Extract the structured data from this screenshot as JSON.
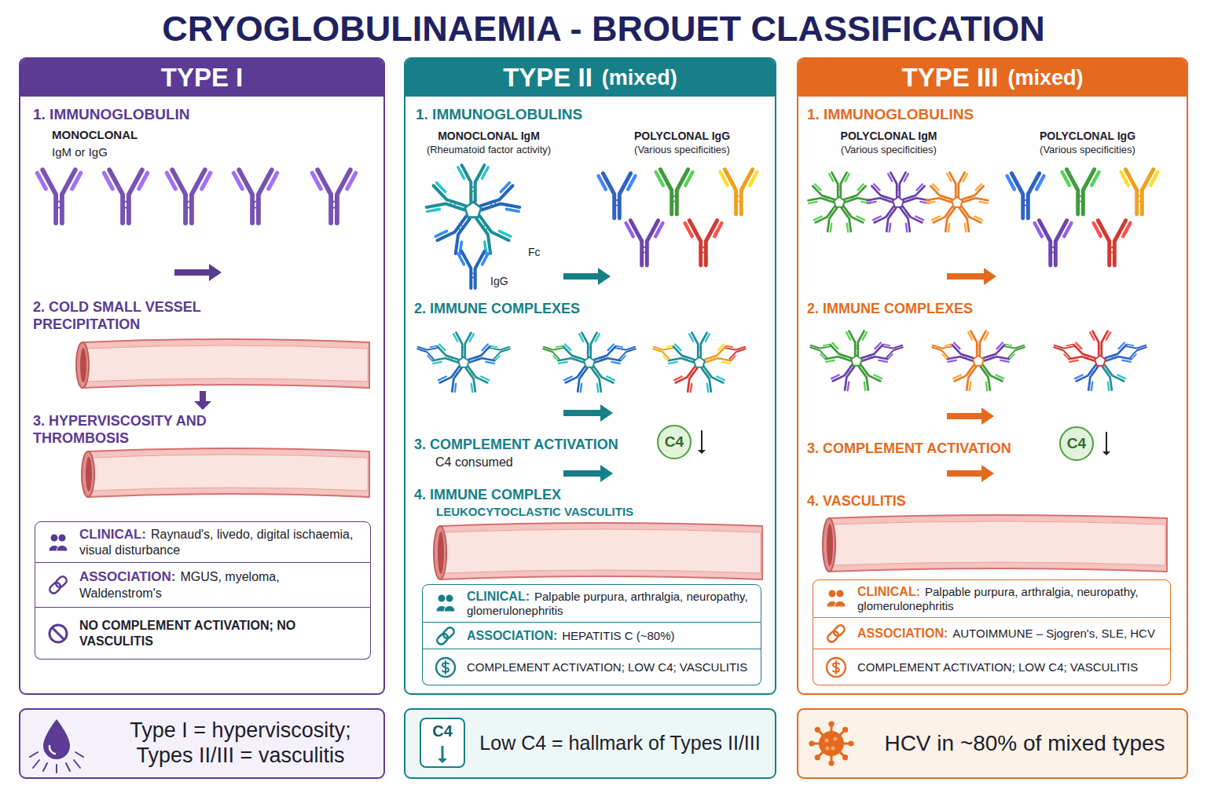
{
  "diagram": {
    "title": "CRYOGLOBULINAEMIA - BROUET CLASSIFICATION",
    "nodes": [
      {
        "text": [
          "TYPE I"
        ]
      },
      {
        "text": [
          "CLINICAL:",
          "Raynaud's, livedo, digital ischaemia, visual disturbance"
        ],
        "in": 0
      },
      {
        "text": [
          "ASSOCIATION:",
          "MGUS, myeloma, Waldenstrom's"
        ],
        "in": 0
      },
      {
        "text": [
          "NO COMPLEMENT ACTIVATION; NO VASCULITIS"
        ],
        "in": 0
      },
      {
        "text": [
          "TYPE II",
          "(mixed)"
        ]
      },
      {
        "text": [
          "C4"
        ],
        "in": 4
      },
      {
        "text": [
          "CLINICAL:",
          "Palpable purpura, arthralgia, neuropathy, glomerulonephritis"
        ],
        "in": 4
      },
      {
        "text": [
          "ASSOCIATION:",
          "HEPATITIS C (~80%)"
        ],
        "in": 4
      },
      {
        "text": [
          "COMPLEMENT ACTIVATION; LOW C4; VASCULITIS"
        ],
        "in": 4
      },
      {
        "text": [
          "TYPE III",
          "(mixed)"
        ]
      },
      {
        "text": [
          "C4"
        ],
        "in": 9
      },
      {
        "text": [
          "CLINICAL:",
          "Palpable purpura, arthralgia, neuropathy, glomerulonephritis"
        ],
        "in": 9
      },
      {
        "text": [
          "ASSOCIATION:",
          "AUTOIMMUNE – Sjogren's, SLE, HCV"
        ],
        "in": 9
      },
      {
        "text": [
          "COMPLEMENT ACTIVATION; LOW C4; VASCULITIS"
        ],
        "in": 9
      },
      {
        "text": [
          "Type I = hyperviscosity; Types II/III = vasculitis"
        ]
      },
      {
        "text": [
          "Low C4 = hallmark of Types II/III"
        ]
      },
      {
        "text": [
          "C4"
        ],
        "in": 15
      },
      {
        "text": [
          "HCV in ~80% of mixed types"
        ]
      }
    ],
    "labels": [
      "1. IMMUNOGLOBULIN",
      "MONOCLONAL",
      "IgM or IgG",
      "2. COLD SMALL VESSEL PRECIPITATION",
      "3. HYPERVISCOSITY AND THROMBOSIS",
      "1. IMMUNOGLOBULINS",
      "MONOCLONAL IgM",
      "(Rheumatoid factor activity)",
      "Fc",
      "IgG",
      "POLYCLONAL IgG",
      "(Various specificities)",
      "2. IMMUNE COMPLEXES",
      "3. COMPLEMENT ACTIVATION",
      "C4 consumed",
      "4. IMMUNE COMPLEX",
      "LEUKOCYTOCLASTIC VASCULITIS",
      "1. IMMUNOGLOBULINS",
      "POLYCLONAL IgM",
      "(Various specificities)",
      "POLYCLONAL IgG",
      "(Various specificities)",
      "2. IMMUNE COMPLEXES",
      "3. COMPLEMENT ACTIVATION",
      "4. VASCULITIS"
    ]
  }
}
